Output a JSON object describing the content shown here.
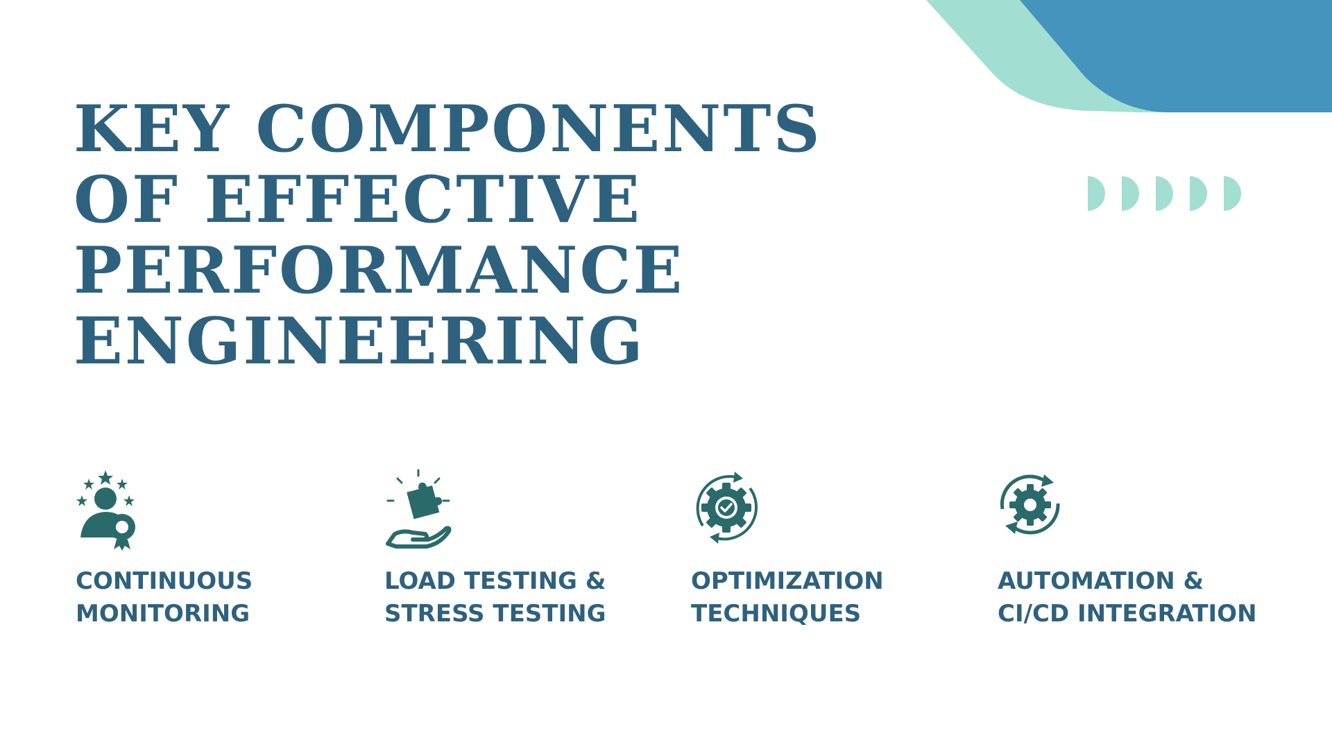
{
  "slide": {
    "title_lines": [
      "KEY COMPONENTS",
      "OF EFFECTIVE",
      "PERFORMANCE",
      "ENGINEERING"
    ],
    "features": [
      {
        "icon": "user-gear-stars-icon",
        "lines": [
          "CONTINUOUS",
          "MONITORING"
        ]
      },
      {
        "icon": "puzzle-hand-icon",
        "lines": [
          "LOAD TESTING &",
          "STRESS TESTING"
        ]
      },
      {
        "icon": "gear-check-cycle-icon",
        "lines": [
          "OPTIMIZATION",
          "TECHNIQUES"
        ]
      },
      {
        "icon": "gear-cycle-icon",
        "lines": [
          "AUTOMATION &",
          "CI/CD INTEGRATION"
        ]
      }
    ]
  },
  "colors": {
    "text": "#2e617e",
    "icon": "#2b6a6a",
    "accent_blue": "#4594bd",
    "accent_mint": "#a3ded2"
  }
}
